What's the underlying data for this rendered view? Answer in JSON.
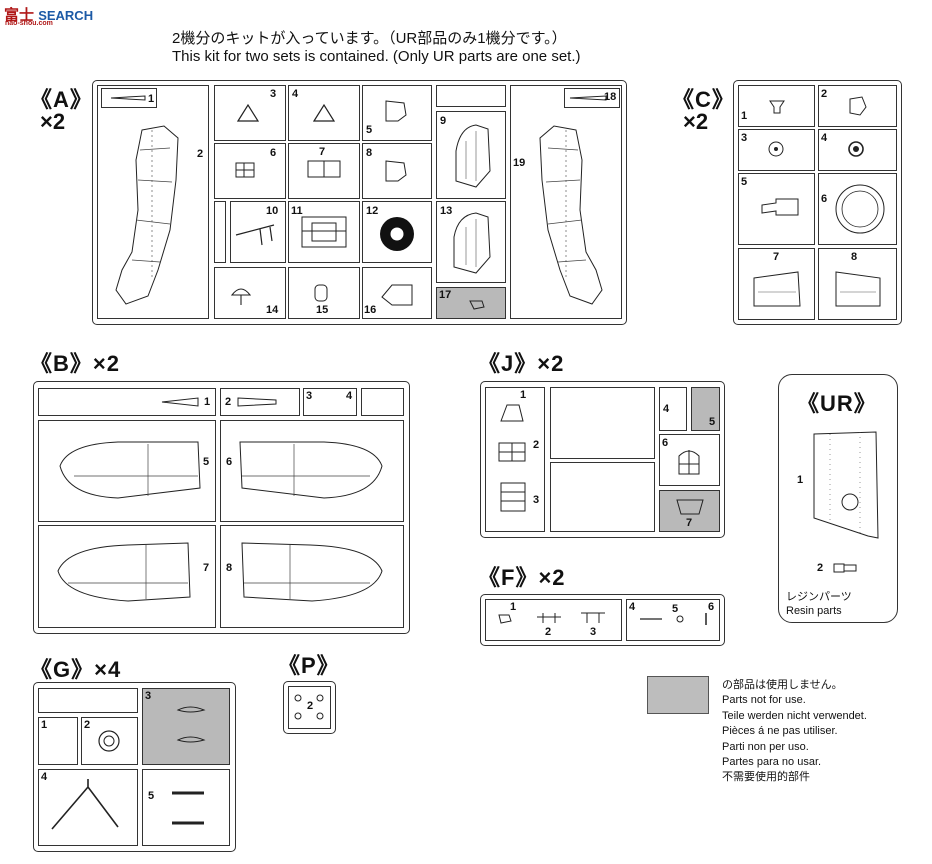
{
  "brand": {
    "site_logo": "SEARCH",
    "site_logo_cn": "富士",
    "site_url": "nao-shou.com"
  },
  "intro": {
    "line_jp": "2機分のキットが入っています。（UR部品のみ1機分です。）",
    "line_en": "This kit for two sets is contained.  (Only UR parts are one set.)"
  },
  "groups": {
    "A": {
      "label": "《A》",
      "qty": "×2"
    },
    "B": {
      "label": "《B》×2"
    },
    "C": {
      "label": "《C》",
      "qty": "×2"
    },
    "J": {
      "label": "《J》×2"
    },
    "F": {
      "label": "《F》×2"
    },
    "G": {
      "label": "《G》×4"
    },
    "P": {
      "label": "《P》"
    },
    "UR": {
      "label": "《UR》",
      "caption_jp": "レジンパーツ",
      "caption_en": "Resin parts"
    }
  },
  "parts": {
    "A": [
      "1",
      "2",
      "3",
      "4",
      "5",
      "6",
      "7",
      "8",
      "9",
      "10",
      "11",
      "12",
      "13",
      "14",
      "15",
      "16",
      "17",
      "18",
      "19"
    ],
    "B": [
      "1",
      "2",
      "3",
      "4",
      "5",
      "6",
      "7",
      "8"
    ],
    "C": [
      "1",
      "2",
      "3",
      "4",
      "5",
      "6",
      "7",
      "8"
    ],
    "J": [
      "1",
      "2",
      "3",
      "4",
      "5",
      "6",
      "7"
    ],
    "F": [
      "1",
      "2",
      "3",
      "4",
      "5",
      "6"
    ],
    "G": [
      "1",
      "2",
      "3",
      "4",
      "5"
    ],
    "P": [
      "2"
    ],
    "UR": [
      "1",
      "2"
    ]
  },
  "legend": {
    "lines": [
      "の部品は使用しません。",
      "Parts not for use.",
      "Teile werden nicht verwendet.",
      "Pièces á ne pas utiliser.",
      "Parti non per uso.",
      "Partes para no usar.",
      "不需要使用的部件"
    ]
  },
  "colors": {
    "not_for_use": "#b9b9b9",
    "line": "#333333",
    "logo_red": "#b01818",
    "logo_blue": "#1c5aa6"
  }
}
